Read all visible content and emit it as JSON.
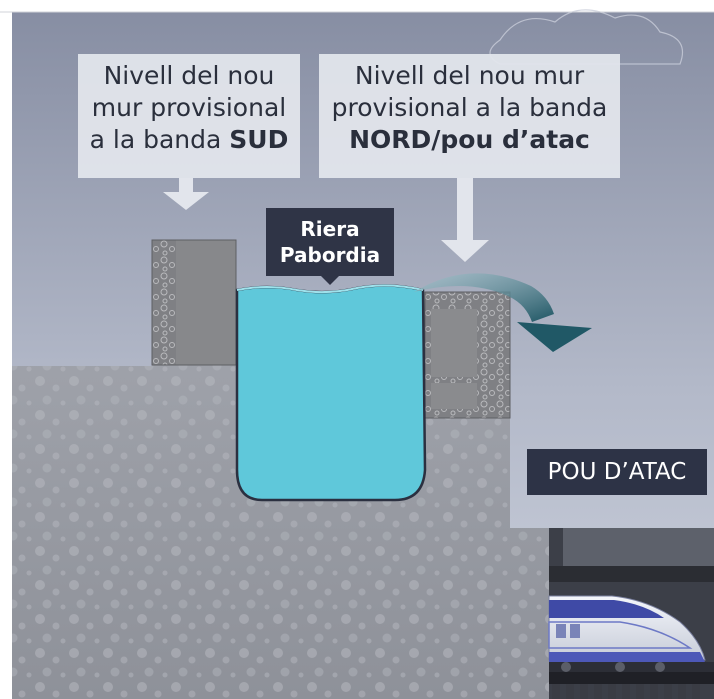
{
  "labels": {
    "sud": {
      "line1": "Nivell del nou",
      "line2": "mur provisional",
      "line3_prefix": "a la banda ",
      "line3_bold": "SUD"
    },
    "nord": {
      "line1": "Nivell del nou mur",
      "line2": "provisional a la banda",
      "line3_bold": "NORD/pou d’atac"
    },
    "riera": {
      "line1": "Riera",
      "line2": "Pabordia"
    },
    "pou": "POU D’ATAC"
  },
  "colors": {
    "sky_top": "#8c93a8",
    "sky_bottom": "#c5cad8",
    "ground": "#9a9ea6",
    "water": "#5ec8da",
    "wall": "#8e8e90",
    "arrow": "#2d6e7c",
    "dark_box": "#2d3346"
  },
  "icons": [
    "down-arrow-icon",
    "curved-arrow-icon",
    "train-icon"
  ]
}
